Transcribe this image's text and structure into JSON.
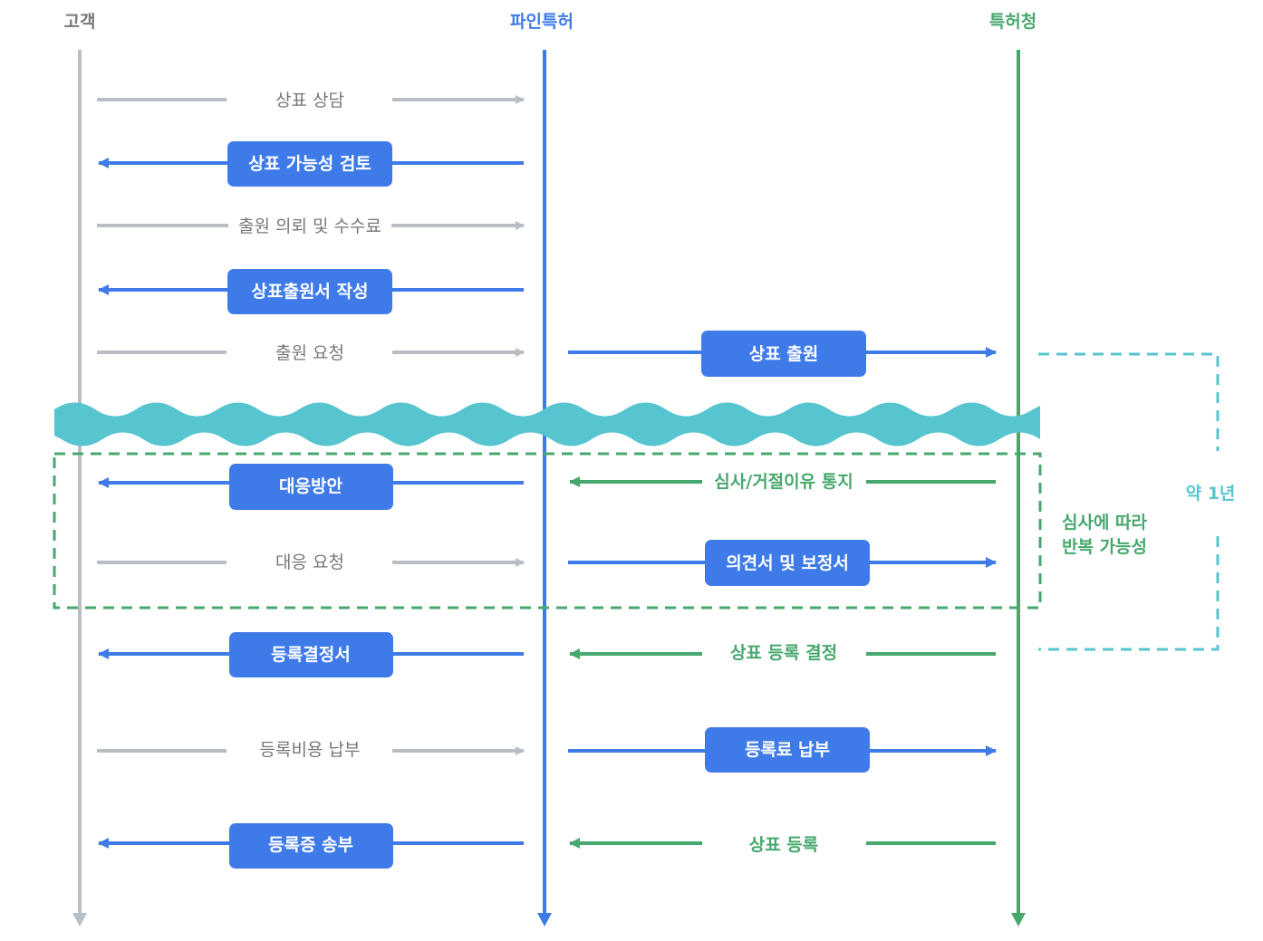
{
  "colors": {
    "gray": "#b9bec5",
    "gray_text": "#777777",
    "blue": "#3f7be8",
    "green": "#47a86d",
    "teal": "#57c5cf",
    "white": "#ffffff"
  },
  "lanes": {
    "customer": "고객",
    "firm": "파인특허",
    "office": "특허청"
  },
  "steps": {
    "s1": "상표 상담",
    "s2": "상표 가능성 검토",
    "s3": "출원 의뢰 및 수수료",
    "s4": "상표출원서 작성",
    "s5": "출원 요청",
    "s5b": "상표 출원",
    "s6": "대응방안",
    "s6b": "심사/거절이유 통지",
    "s7": "대응 요청",
    "s7b": "의견서 및 보정서",
    "s8": "등록결정서",
    "s8b": "상표 등록 결정",
    "s9": "등록비용 납부",
    "s9b": "등록료 납부",
    "s10": "등록증 송부",
    "s10b": "상표 등록"
  },
  "notes": {
    "repeat_line1": "심사에 따라",
    "repeat_line2": "반복 가능성",
    "duration": "약 1년"
  }
}
